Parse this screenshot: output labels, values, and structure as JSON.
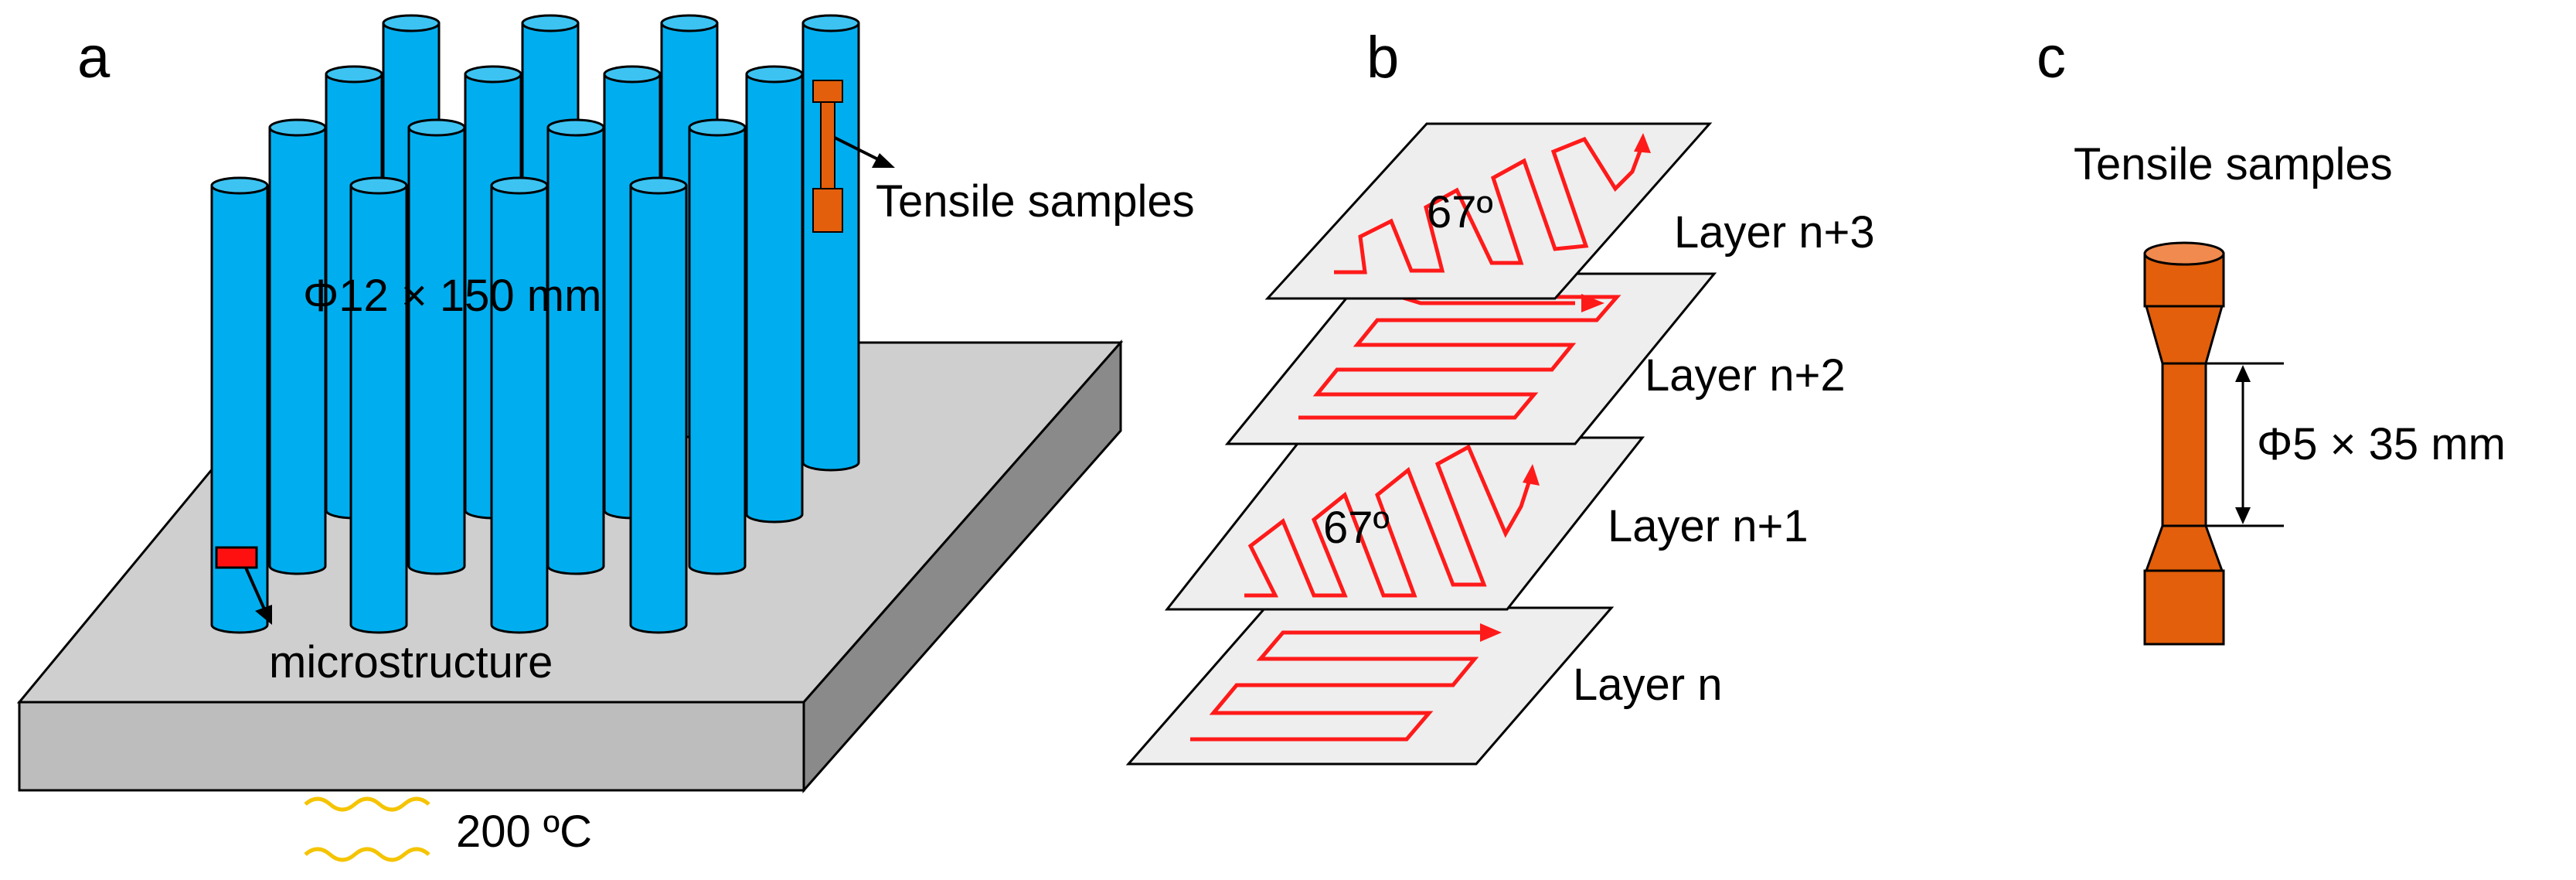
{
  "panels": {
    "a": {
      "letter": "a",
      "rod_dims": "Φ12 × 150 mm",
      "tensile_label": "Tensile samples",
      "microstructure_label": "microstructure",
      "temperature": "200 ºC"
    },
    "b": {
      "letter": "b",
      "layers": [
        "Layer n+3",
        "Layer n+2",
        "Layer n+1",
        "Layer n"
      ],
      "rotation_angle": "67º"
    },
    "c": {
      "letter": "c",
      "title": "Tensile samples",
      "gauge_dims": "Φ5 × 35 mm"
    }
  },
  "colors": {
    "rod": "#00aeef",
    "rod_top": "#3cc3f2",
    "plate_top": "#cfcfcf",
    "plate_front": "#bdbdbd",
    "plate_side": "#8a8a8a",
    "sample": "#e35f0b",
    "sample_light": "#f08a4e",
    "scan_path": "#ff1a1a",
    "sheet": "#eeeeee",
    "heat": "#f5c400",
    "marker": "#ff1010"
  }
}
